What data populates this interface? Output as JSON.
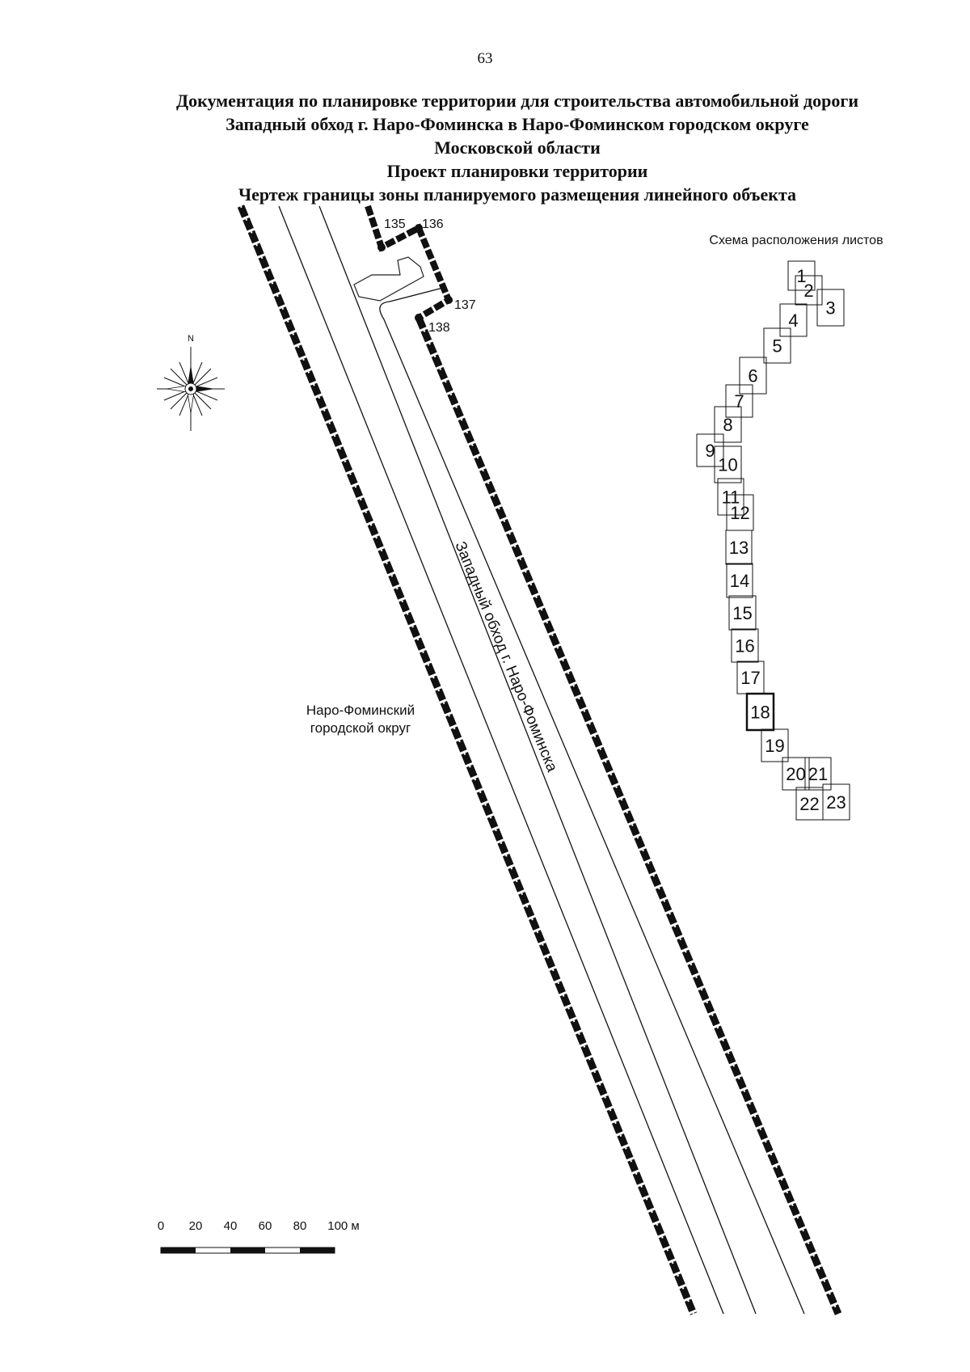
{
  "page_number": "63",
  "title_lines": [
    "Документация по планировке территории для строительства автомобильной дороги",
    "Западный обход г. Наро-Фоминска в Наро-Фоминском городском округе",
    "Московской области",
    "Проект планировки территории",
    "Чертеж границы зоны планируемого размещения линейного объекта"
  ],
  "map": {
    "road_label": "Западный обход г. Наро-Фоминска",
    "district_label_lines": [
      "Наро-Фоминский",
      "городской округ"
    ],
    "boundary_points": [
      "135",
      "136",
      "137",
      "138"
    ],
    "compass": {
      "icon": "compass-rose-icon",
      "north_label": "N"
    },
    "scale_bar": {
      "labels": [
        "0",
        "20",
        "40",
        "60",
        "80",
        "100 м"
      ]
    },
    "sheet_scheme": {
      "title": "Схема расположения листов",
      "sheets": [
        "1",
        "2",
        "3",
        "4",
        "5",
        "6",
        "7",
        "8",
        "9",
        "10",
        "11",
        "12",
        "13",
        "14",
        "15",
        "16",
        "17",
        "18",
        "19",
        "20",
        "21",
        "22",
        "23"
      ],
      "current_sheet": "18"
    }
  }
}
